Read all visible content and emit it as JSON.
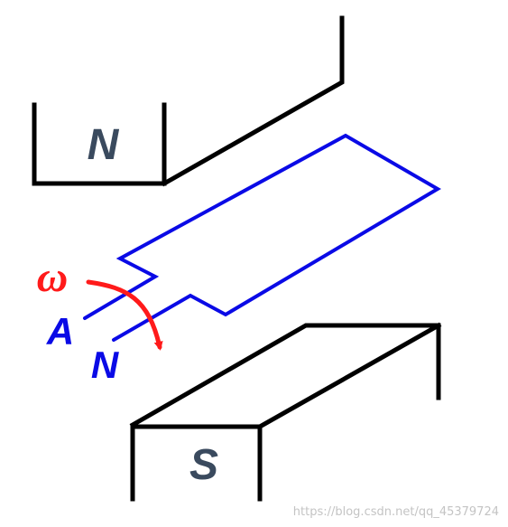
{
  "labels": {
    "north_pole": "N",
    "south_pole": "S",
    "terminal_a": "A",
    "terminal_n": "N",
    "angular_velocity": "ω"
  },
  "watermark": "https://blog.csdn.net/qq_45379724",
  "colors": {
    "magnet": "#000000",
    "coil": "#0a0ae6",
    "rotation_arrow": "#ff1a1a",
    "pole_label": "#3a4a5e",
    "terminal_label": "#0a0ae6",
    "watermark": "#c4c4c4"
  }
}
